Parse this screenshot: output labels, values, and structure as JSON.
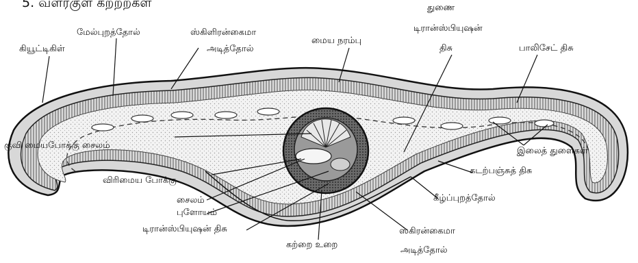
{
  "title": "5. வளரகுள் கறறறகள்",
  "labels": {
    "cuticle": "கியூட்டிகிள்",
    "upper_epidermis": "மேல்புறத்தோல்",
    "sclerenchyma_hypodermis_top_1": "ஸ்கிளிரன்கைமா",
    "sclerenchyma_hypodermis_top_2": "அடித்தோல்",
    "midrib": "மைய நரம்பு",
    "accessory_transfusion_1": "துணை",
    "accessory_transfusion_2": "டிரான்ஸ்பியுஷன்",
    "accessory_transfusion_3": "திசு",
    "palisade": "பாலிசேட் திசு",
    "convex_xylem": "குவி மையபோக்கு சைலம்",
    "stomata": "இலைத் துளைகள்",
    "spongy": "கடற்பஞ்சுத் திசு",
    "divergent": "விரிமைய போக்கு",
    "xylem": "சைலம்",
    "phloem": "புளோயம்",
    "lower_epidermis": "கீழ்ப்புறத்தோல்",
    "transfusion": "டிரான்ஸ்பியுஷன் திசு",
    "sclerenchyma_hypodermis_bottom_1": "ஸ்கிரன்கைமா",
    "sclerenchyma_hypodermis_bottom_2": "அடித்தோல்",
    "endodermis": "கற்றை உறை"
  }
}
